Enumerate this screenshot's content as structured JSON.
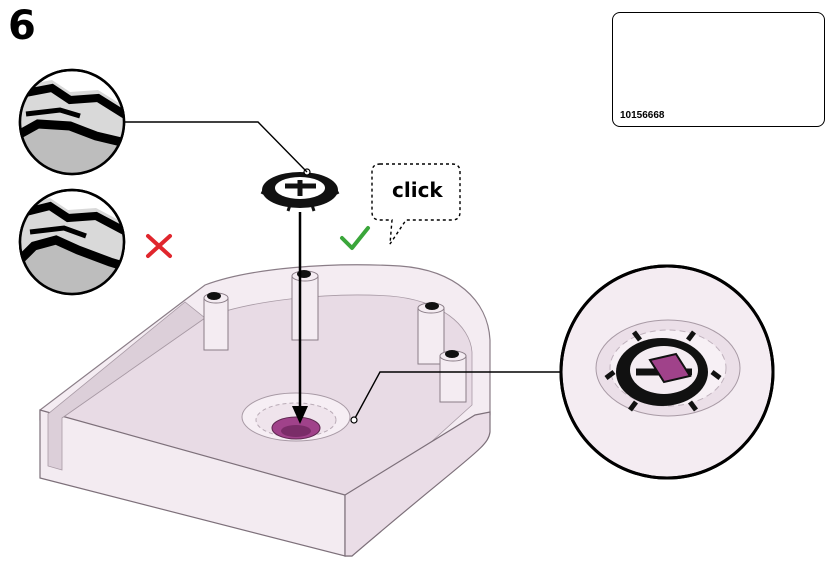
{
  "step": {
    "number": "6"
  },
  "part": {
    "id": "10156668"
  },
  "callout": {
    "text": "click"
  },
  "colors": {
    "base": "#ecdfe9",
    "accent": "#a0428a",
    "correct": "#3aa63a",
    "wrong": "#e0262d"
  },
  "icons": [
    "check-icon",
    "cross-icon"
  ]
}
